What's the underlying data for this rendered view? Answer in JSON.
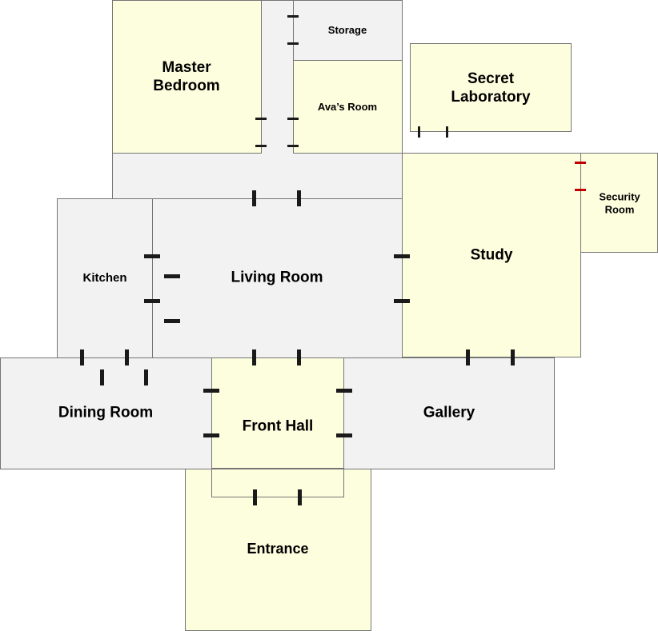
{
  "rooms": {
    "master_bedroom": "Master Bedroom",
    "storage": "Storage",
    "avas_room": "Ava’s Room",
    "secret_laboratory": "Secret Laboratory",
    "security_room": "Security Room",
    "kitchen": "Kitchen",
    "living_room": "Living Room",
    "study": "Study",
    "dining_room": "Dining Room",
    "front_hall": "Front Hall",
    "gallery": "Gallery",
    "entrance": "Entrance"
  },
  "colors": {
    "room_fill_yellow": "#fdfede",
    "room_fill_grey": "#f2f2f2",
    "wall": "#757575",
    "door": "#1a1a1a",
    "locked_door": "#c00000"
  }
}
